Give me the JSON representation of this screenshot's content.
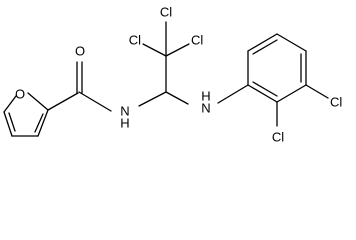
{
  "molecule": {
    "atoms": {
      "furan_oxygen": "O",
      "carbonyl_oxygen": "O",
      "amide_nitrogen": "N",
      "amide_hydrogen": "H",
      "amine_nitrogen": "N",
      "amine_hydrogen": "H",
      "trichloro_cl_left": "Cl",
      "trichloro_cl_top": "Cl",
      "trichloro_cl_right": "Cl",
      "ring_cl_top": "Cl",
      "ring_cl_bottom": "Cl"
    }
  }
}
